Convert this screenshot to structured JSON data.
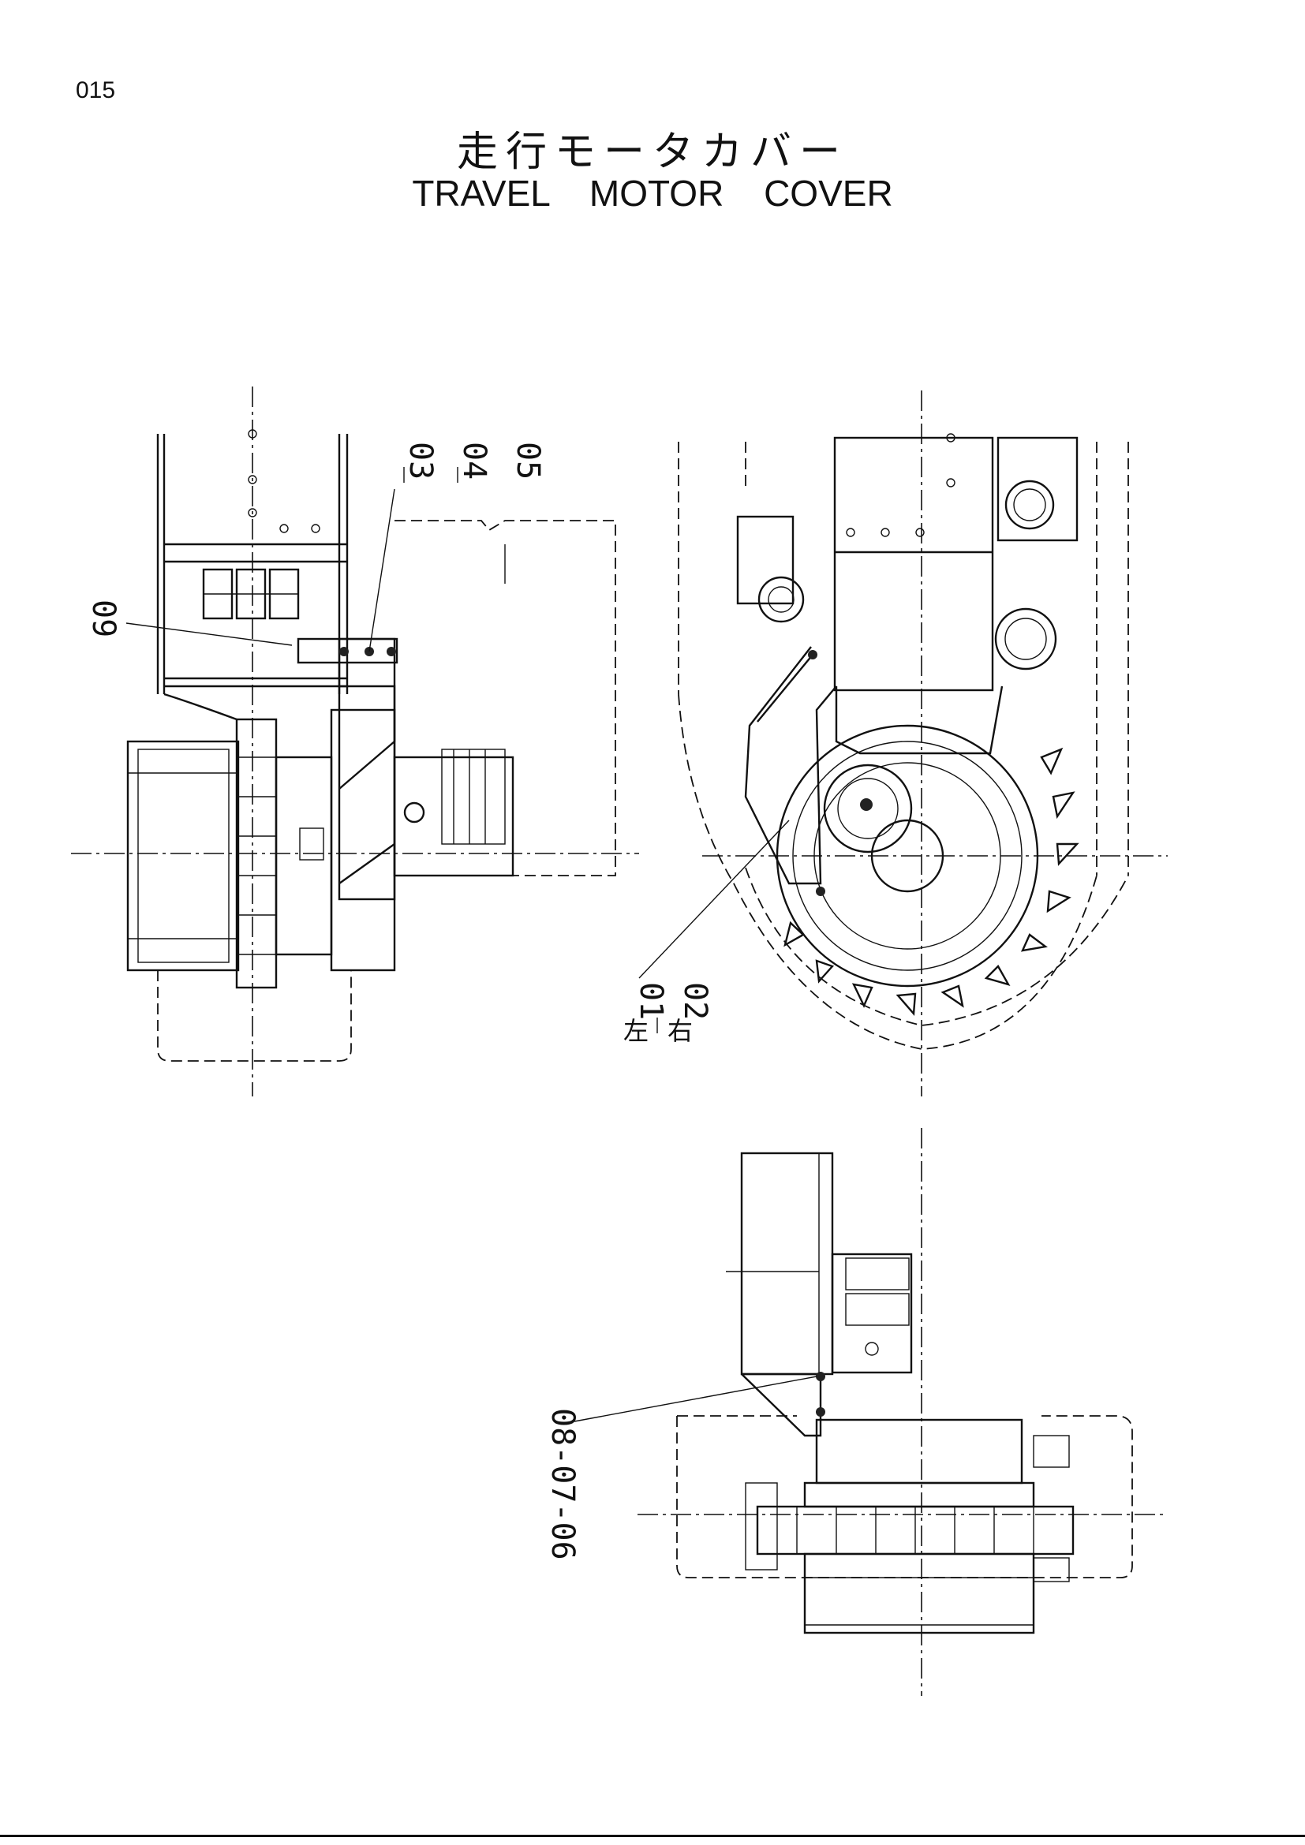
{
  "page_number": "015",
  "title_jp": "走行モータカバー",
  "title_en": "TRAVEL MOTOR COVER",
  "callouts": {
    "c03": "03",
    "c04": "04",
    "c05": "05",
    "c09": "09",
    "c01": "01",
    "c02": "02",
    "c01_side": "左",
    "c02_side": "右",
    "c080706": "08-07-06"
  }
}
